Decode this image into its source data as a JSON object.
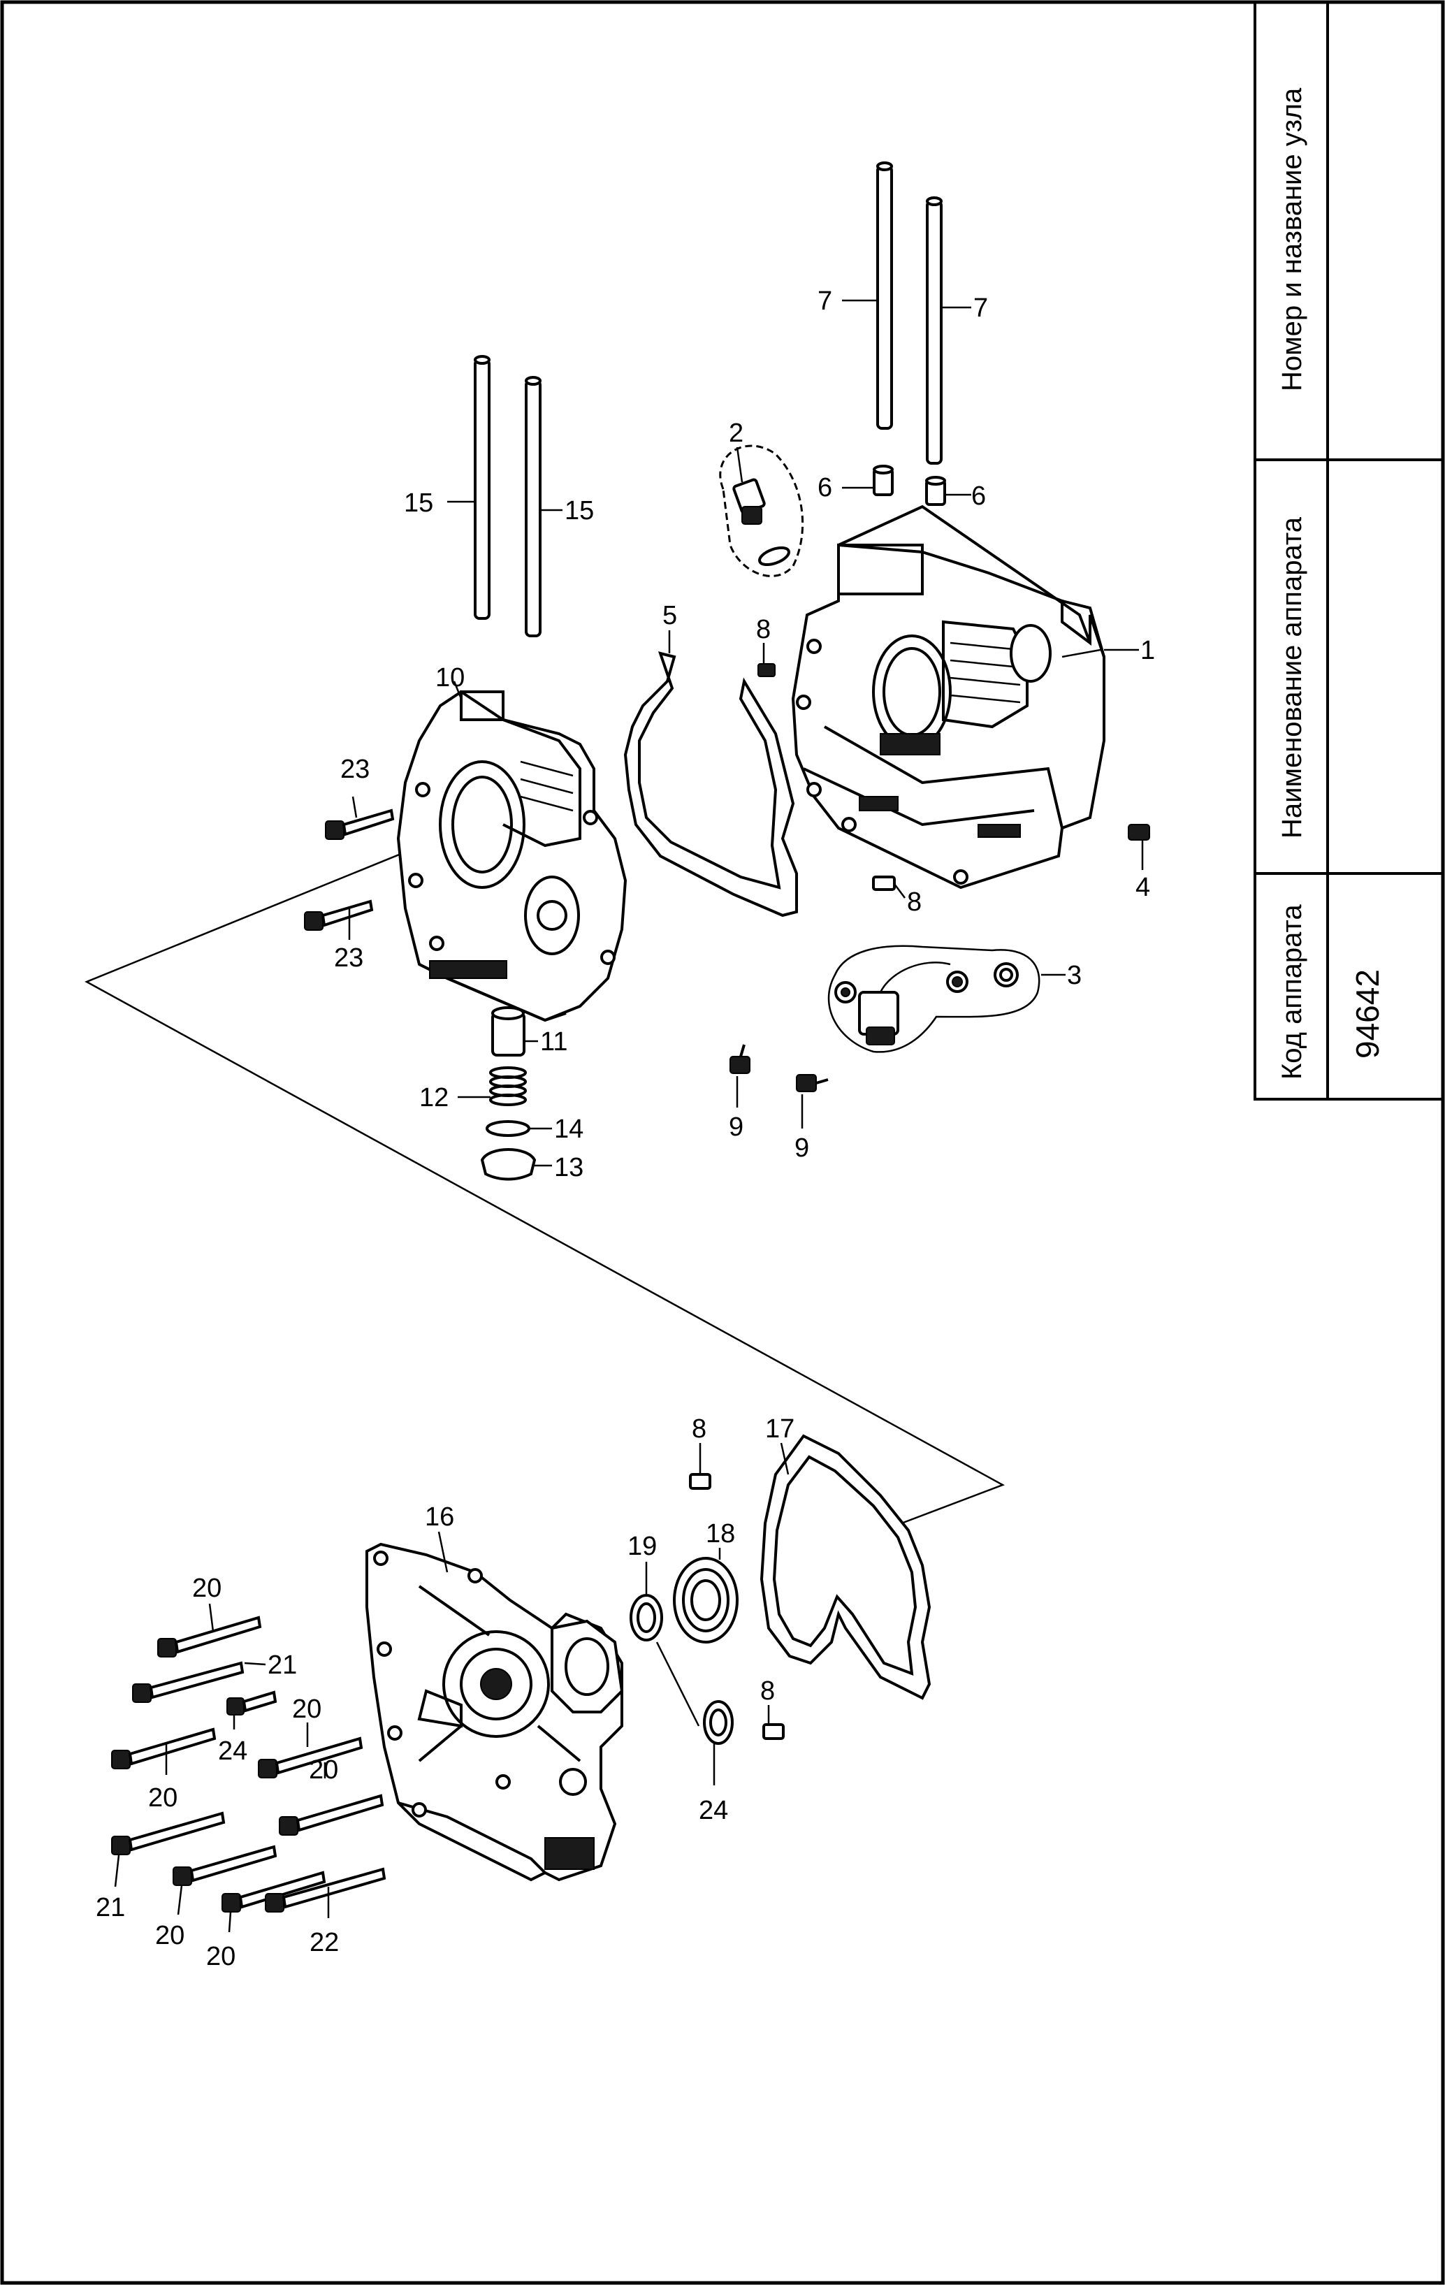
{
  "title_block": {
    "assembly_header": "Номер и название узла",
    "assembly_value": "",
    "device_name_header": "Наименование аппарата",
    "device_name_value": "",
    "device_code_header": "Код аппарата",
    "device_code_value": "94642"
  },
  "callouts": {
    "c1": "1",
    "c2": "2",
    "c3": "3",
    "c4": "4",
    "c5": "5",
    "c6a": "6",
    "c6b": "6",
    "c7a": "7",
    "c7b": "7",
    "c8a": "8",
    "c8b": "8",
    "c8c": "8",
    "c8d": "8",
    "c9a": "9",
    "c9b": "9",
    "c10": "10",
    "c11": "11",
    "c12": "12",
    "c13": "13",
    "c14": "14",
    "c15a": "15",
    "c15b": "15",
    "c16": "16",
    "c17": "17",
    "c18": "18",
    "c19": "19",
    "c20a": "20",
    "c20b": "20",
    "c20c": "20",
    "c20d": "20",
    "c20e": "20",
    "c20f": "20",
    "c21a": "21",
    "c21b": "21",
    "c22": "22",
    "c23a": "23",
    "c23b": "23",
    "c24a": "24",
    "c24b": "24"
  }
}
